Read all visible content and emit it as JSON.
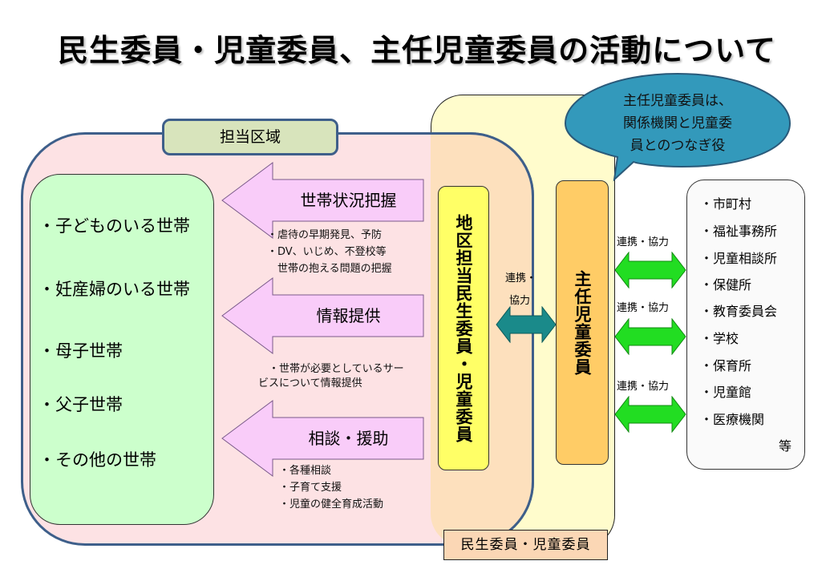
{
  "title": "民生委員・児童委員、主任児童委員の活動について",
  "area": {
    "label": "担当区域",
    "households": [
      "・子どものいる世帯",
      "・妊産婦のいる世帯",
      "・母子世帯",
      "・父子世帯",
      "・その他の世帯"
    ]
  },
  "activities": [
    {
      "label": "世帯状況把握",
      "notes": [
        "・虐待の早期発見、予防",
        "・DV、いじめ、不登校等",
        "　世帯の抱える問題の把握"
      ]
    },
    {
      "label": "情報提供",
      "notes": [
        "　・世帯が必要としているサー",
        "ビスについて情報提供"
      ]
    },
    {
      "label": "相談・援助",
      "notes": [
        "・各種相談",
        "・子育て支援",
        "・児童の健全育成活動"
      ]
    }
  ],
  "district_committee": "地区担当民生委員・児童委員",
  "chief_committee": "主任児童委員",
  "inner_link": {
    "line1": "連携・",
    "line2": "協力"
  },
  "outer_links": [
    "連携・協力",
    "連携・協力",
    "連携・協力"
  ],
  "agencies": {
    "items": [
      "・市町村",
      "・福祉事務所",
      "・児童相談所",
      "・保健所",
      "・教育委員会",
      "・学校",
      "・保育所",
      "・児童館",
      "・医療機関"
    ],
    "etc": "等"
  },
  "callout": {
    "lines": [
      "主任児童委員は、",
      "関係機関と児童委",
      "員とのつなぎ役"
    ]
  },
  "committee_label": "民生委員・児童委員",
  "colors": {
    "area_fill": "#fde2e4",
    "area_border": "#3e5f8a",
    "households_fill": "#ccffcc",
    "arrow_fill": "#f9ccf9",
    "district_fill": "#ffff66",
    "chief_fill": "#ffcc66",
    "inner_arrow": "#1a8a8a",
    "outer_arrow": "#22dd22",
    "callout_fill": "#3399bb"
  }
}
